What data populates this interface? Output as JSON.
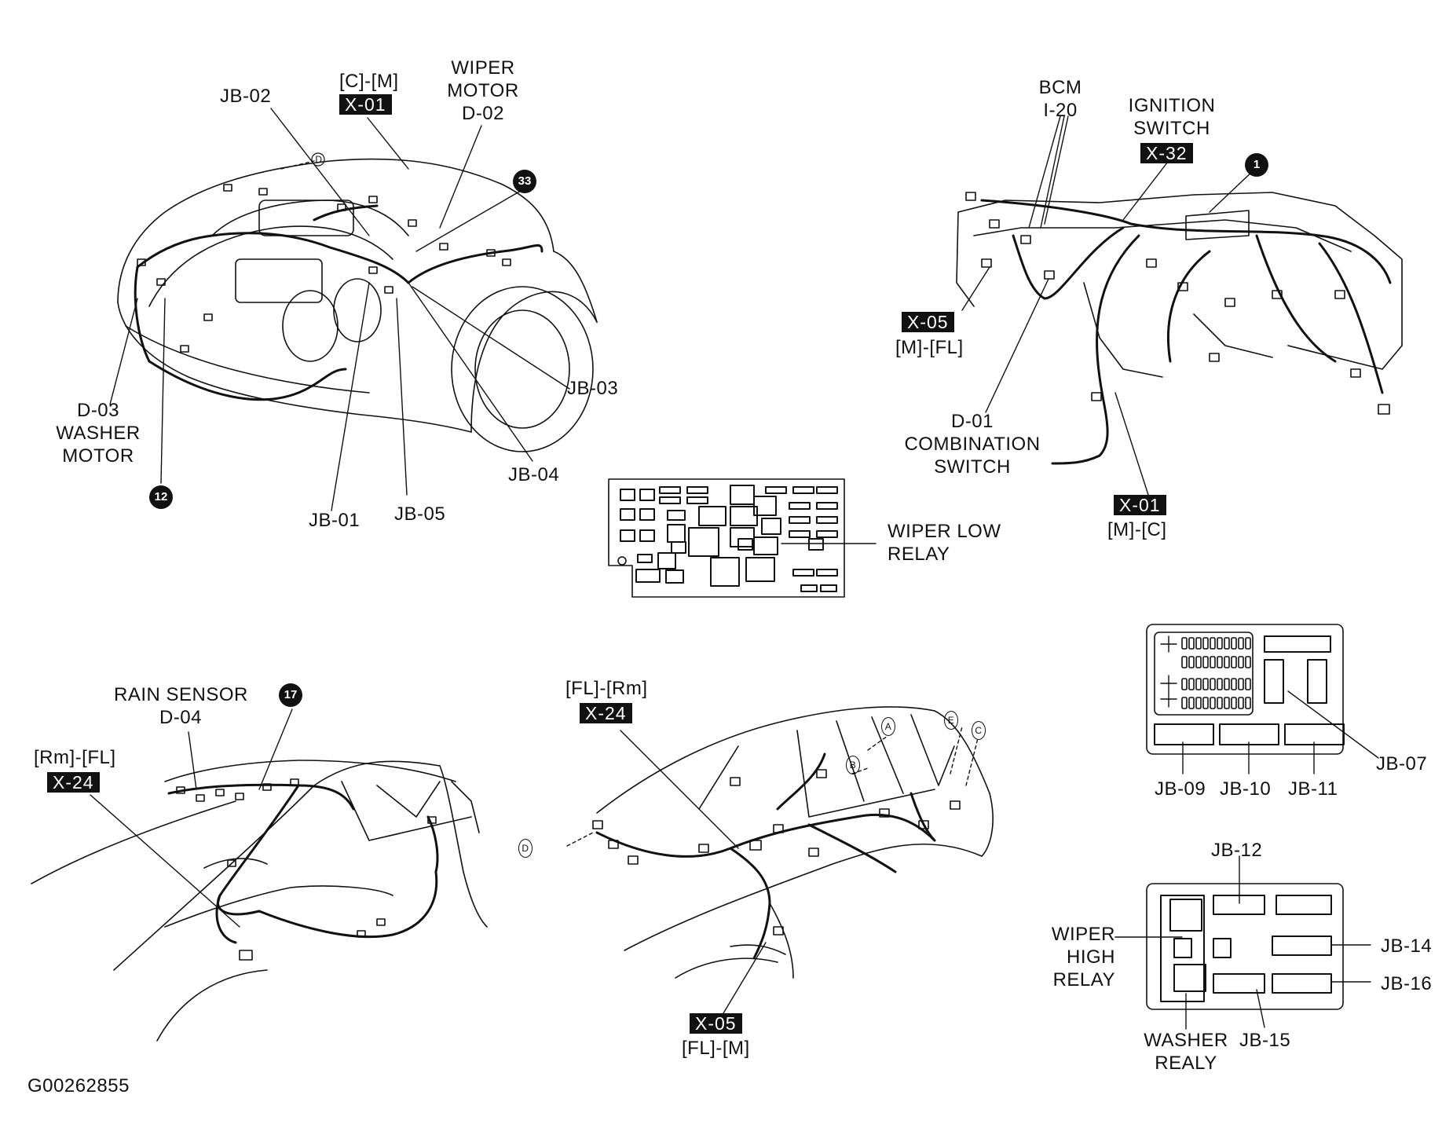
{
  "figure_id": "G00262855",
  "engine_bay": {
    "jb_02": "JB-02",
    "x01_route": "[C]-[M]",
    "x01_tag": "X-01",
    "wiper_motor": [
      "WIPER",
      "MOTOR",
      "D-02"
    ],
    "badge_33": "33",
    "washer_motor": [
      "D-03",
      "WASHER",
      "MOTOR"
    ],
    "badge_12": "12",
    "jb_01": "JB-01",
    "jb_05": "JB-05",
    "jb_04": "JB-04",
    "jb_03": "JB-03",
    "marker_d": "D"
  },
  "dashboard": {
    "bcm": [
      "BCM",
      "I-20"
    ],
    "ignition": [
      "IGNITION",
      "SWITCH"
    ],
    "x32_tag": "X-32",
    "badge_1": "1",
    "x05_tag": "X-05",
    "x05_route": "[M]-[FL]",
    "combination": [
      "D-01",
      "COMBINATION",
      "SWITCH"
    ],
    "x01_tag": "X-01",
    "x01_route": "[M]-[C]"
  },
  "relay_box": {
    "wiper_low_relay": [
      "WIPER LOW",
      "RELAY"
    ]
  },
  "front_cabin": {
    "rain_sensor": [
      "RAIN SENSOR",
      "D-04"
    ],
    "badge_17": "17",
    "route": "[Rm]-[FL]",
    "x24_tag": "X-24"
  },
  "rear_cabin": {
    "route": "[FL]-[Rm]",
    "x24_tag": "X-24",
    "x05_tag": "X-05",
    "x05_route": "[FL]-[M]",
    "markers": [
      "A",
      "B",
      "C",
      "D",
      "E"
    ]
  },
  "fuse_panel": {
    "jb_07": "JB-07",
    "jb_09": "JB-09",
    "jb_10": "JB-10",
    "jb_11": "JB-11"
  },
  "relay_panel": {
    "jb_12": "JB-12",
    "jb_14": "JB-14",
    "jb_16": "JB-16",
    "jb_15": "JB-15",
    "wiper_high_relay": [
      "WIPER",
      "HIGH",
      "RELAY"
    ],
    "washer_relay": [
      "WASHER",
      "REALY"
    ]
  }
}
